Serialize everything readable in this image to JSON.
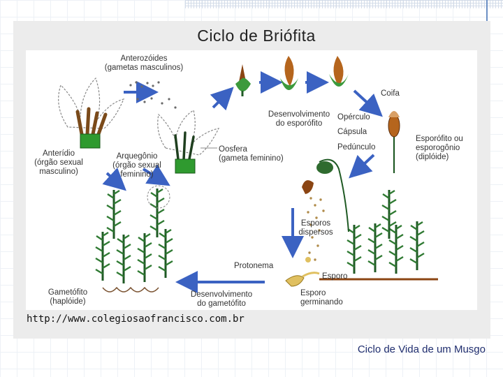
{
  "slide": {
    "title": "Ciclo de Briófita",
    "source": "http://www.colegiosaofrancisco.com.br",
    "caption": "Ciclo de Vida de um Musgo"
  },
  "diagram": {
    "labels": {
      "anterozoides": "Anterozóides\n(gametas masculinos)",
      "desenv_esporofito": "Desenvolvimento\ndo esporófito",
      "coifa": "Coifa",
      "operculo": "Opérculo",
      "capsula": "Cápsula",
      "pedunculo": "Pedúnculo",
      "esporofito": "Esporófito ou\nesporogônio\n(diplóide)",
      "anteridio": "Anterídio\n(órgão sexual\nmasculino)",
      "arquegonio": "Arquegônio\n(órgão sexual\nfeminino)",
      "oosfera": "Oosfera\n(gameta feminino)",
      "esporos_dispersos": "Esporos\ndispersos",
      "protonema": "Protonema",
      "esporo": "Esporo",
      "esporo_germinando": "Esporo\ngerminando",
      "gametofito": "Gametófito\n(haplóide)",
      "desenv_gametofito": "Desenvolvimento\ndo gametófito"
    },
    "colors": {
      "arrow": "#3b62c2",
      "plant": "#1f6b2a",
      "capsule": "#a0522d",
      "cup": "#2f9a2f"
    }
  }
}
